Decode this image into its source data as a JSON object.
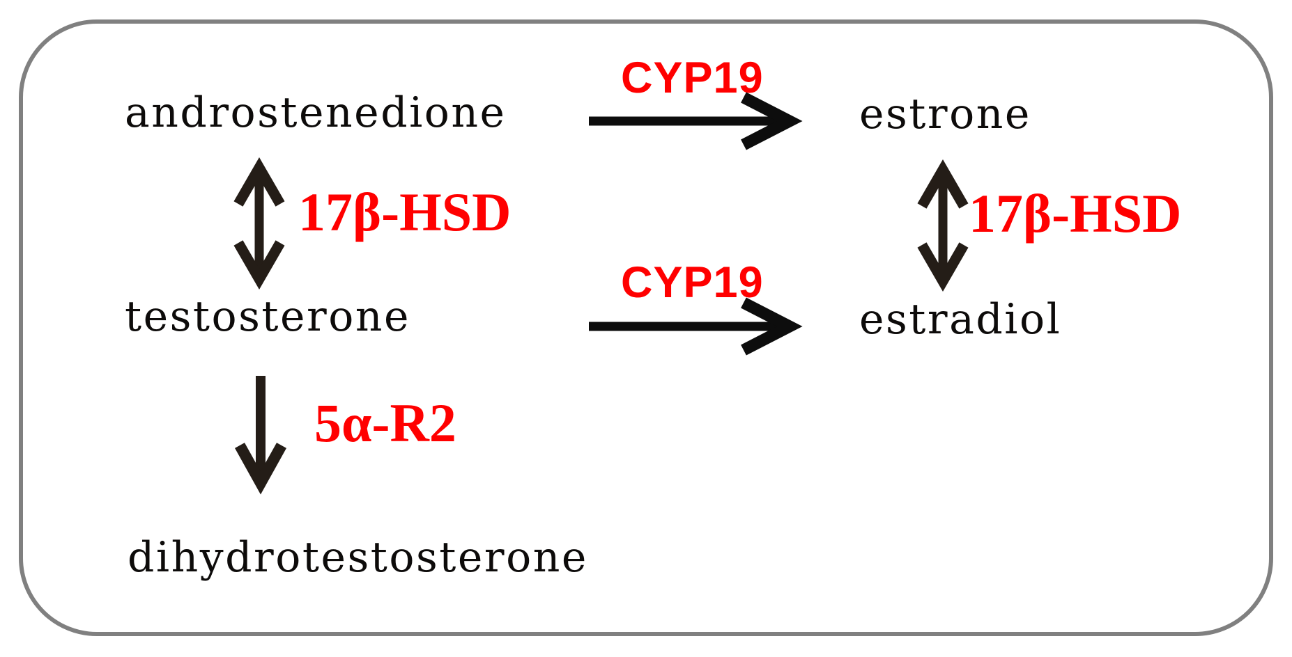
{
  "colors": {
    "background": "#ffffff",
    "frame_border": "#808080",
    "text": "#0d0b0a",
    "enzyme": "#ff0000",
    "arrow_horizontal": "#0d0d0d",
    "arrow_vertical": "#241d17"
  },
  "nodes": {
    "androstenedione": {
      "label": "androstenedione"
    },
    "estrone": {
      "label": "estrone"
    },
    "testosterone": {
      "label": "testosterone"
    },
    "estradiol": {
      "label": "estradiol"
    },
    "dihydrotestosterone": {
      "label": "dihydrotestosterone"
    }
  },
  "enzymes": {
    "cyp19_top": {
      "label": "CYP19"
    },
    "cyp19_middle": {
      "label": "CYP19"
    },
    "hsd17b_left": {
      "label": "17β-HSD"
    },
    "hsd17b_right": {
      "label": "17β-HSD"
    },
    "sa_r2": {
      "label": "5α-R2"
    }
  },
  "reactions": [
    {
      "from": "androstenedione",
      "to": "estrone",
      "enzyme": "CYP19",
      "bidirectional": false
    },
    {
      "from": "androstenedione",
      "to": "testosterone",
      "enzyme": "17β-HSD",
      "bidirectional": true
    },
    {
      "from": "testosterone",
      "to": "estradiol",
      "enzyme": "CYP19",
      "bidirectional": false
    },
    {
      "from": "estrone",
      "to": "estradiol",
      "enzyme": "17β-HSD",
      "bidirectional": true
    },
    {
      "from": "testosterone",
      "to": "dihydrotestosterone",
      "enzyme": "5α-R2",
      "bidirectional": false
    }
  ]
}
